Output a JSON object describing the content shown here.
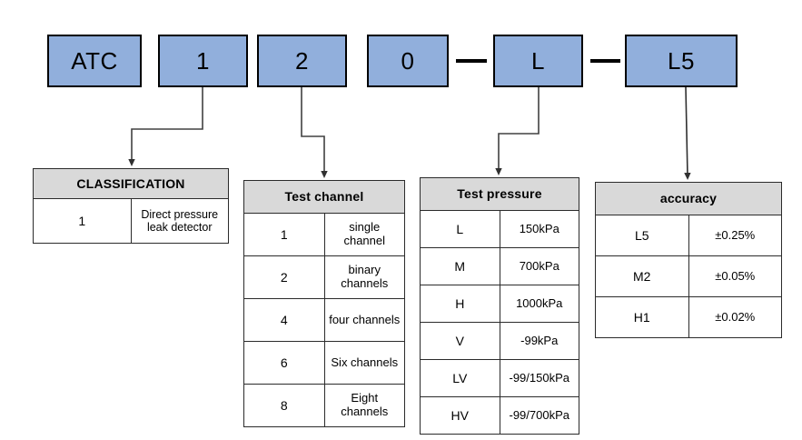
{
  "diagram": {
    "type": "model-number-breakdown",
    "colors": {
      "code_box_fill": "#91AFDC",
      "code_box_border": "#000000",
      "table_header_fill": "#D9D9D9",
      "table_border": "#2B2B2B",
      "connector": "#404040",
      "background": "#FFFFFF"
    },
    "code_boxes": [
      {
        "label": "ATC",
        "name": "code-box-atc"
      },
      {
        "label": "1",
        "name": "code-box-classification"
      },
      {
        "label": "2",
        "name": "code-box-test-channel"
      },
      {
        "label": "0",
        "name": "code-box-zero"
      },
      {
        "label": "L",
        "name": "code-box-test-pressure"
      },
      {
        "label": "L5",
        "name": "code-box-accuracy"
      }
    ],
    "separators": [
      {
        "name": "dash-separator-1",
        "glyph": "-"
      },
      {
        "name": "dash-separator-2",
        "glyph": "-"
      }
    ],
    "tables": {
      "classification": {
        "header": "CLASSIFICATION",
        "rows": [
          {
            "key": "1",
            "value": "Direct pressure leak detector"
          }
        ]
      },
      "test_channel": {
        "header": "Test channel",
        "rows": [
          {
            "key": "1",
            "value": "single channel"
          },
          {
            "key": "2",
            "value": "binary channels"
          },
          {
            "key": "4",
            "value": "four channels"
          },
          {
            "key": "6",
            "value": "Six channels"
          },
          {
            "key": "8",
            "value": "Eight channels"
          }
        ]
      },
      "test_pressure": {
        "header": "Test pressure",
        "rows": [
          {
            "key": "L",
            "value": "150kPa"
          },
          {
            "key": "M",
            "value": "700kPa"
          },
          {
            "key": "H",
            "value": "1000kPa"
          },
          {
            "key": "V",
            "value": "-99kPa"
          },
          {
            "key": "LV",
            "value": "-99/150kPa"
          },
          {
            "key": "HV",
            "value": "-99/700kPa"
          }
        ]
      },
      "accuracy": {
        "header": "accuracy",
        "rows": [
          {
            "key": "L5",
            "value": "±0.25%"
          },
          {
            "key": "M2",
            "value": "±0.05%"
          },
          {
            "key": "H1",
            "value": "±0.02%"
          }
        ]
      }
    }
  }
}
